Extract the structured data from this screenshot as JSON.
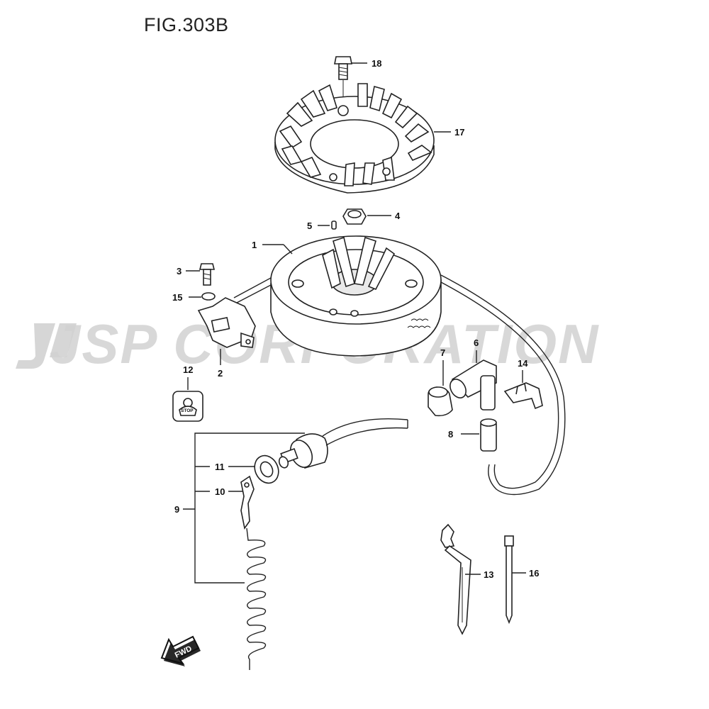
{
  "figure": {
    "title": "FIG.303B"
  },
  "watermark": {
    "text": "JSP CORPORATION"
  },
  "labels": {
    "stop_label": "STOP",
    "fwd_label": "FWD"
  },
  "callouts": [
    {
      "id": "c1",
      "num": "1"
    },
    {
      "id": "c2",
      "num": "2"
    },
    {
      "id": "c3",
      "num": "3"
    },
    {
      "id": "c4",
      "num": "4"
    },
    {
      "id": "c5",
      "num": "5"
    },
    {
      "id": "c6",
      "num": "6"
    },
    {
      "id": "c7",
      "num": "7"
    },
    {
      "id": "c8",
      "num": "8"
    },
    {
      "id": "c9",
      "num": "9"
    },
    {
      "id": "c10",
      "num": "10"
    },
    {
      "id": "c11",
      "num": "11"
    },
    {
      "id": "c12",
      "num": "12"
    },
    {
      "id": "c13",
      "num": "13"
    },
    {
      "id": "c14",
      "num": "14"
    },
    {
      "id": "c15",
      "num": "15"
    },
    {
      "id": "c16",
      "num": "16"
    },
    {
      "id": "c17",
      "num": "17"
    },
    {
      "id": "c18",
      "num": "18"
    }
  ]
}
